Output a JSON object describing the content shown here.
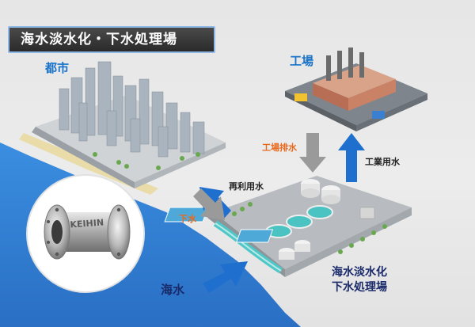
{
  "title": "海水淡水化・下水処理場",
  "labels": {
    "city": "都市",
    "factory": "工場",
    "factory_wastewater": "工場排水",
    "industrial_water": "工業用水",
    "reuse_water": "再利用水",
    "sewage": "下水",
    "seawater": "海水",
    "plant_line1": "海水淡水化",
    "plant_line2": "下水処理場"
  },
  "product_logo": "KEIHIN",
  "colors": {
    "sea": "#2f80d6",
    "arrow_blue": "#1f6fcf",
    "arrow_gray": "#9a9a9a",
    "accent_orange": "#e86a1e",
    "title_border": "#8fb8e6"
  }
}
